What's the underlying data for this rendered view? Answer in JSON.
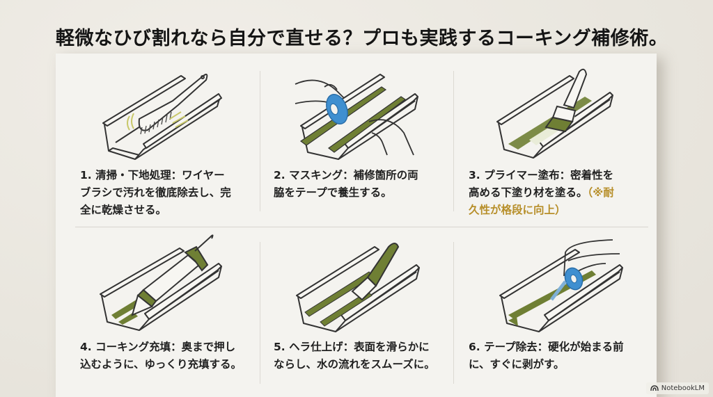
{
  "title": "軽微なひび割れなら自分で直せる？プロも実践するコーキング補修術。",
  "colors": {
    "background": "#ece9e2",
    "card": "#f4f3ef",
    "sealant_green": "#6f7f34",
    "tape_blue": "#3f8fd0",
    "note_gold": "#b78f2a",
    "text": "#1f1f1f"
  },
  "steps": [
    {
      "number": "1.",
      "heading": "清掃・下地処理：",
      "body": "ワイヤーブラシで汚れを徹底除去し、完全に乾燥させる。",
      "lines": [
        "1. 清掃・下地処理：ワイヤー",
        "ブラシで汚れを徹底除去し、完",
        "全に乾燥させる。"
      ],
      "note": "",
      "illustration": "wire-brush-cleaning-gutter"
    },
    {
      "number": "2.",
      "heading": "マスキング：",
      "body": "補修箇所の両脇をテープで養生する。",
      "lines": [
        "2. マスキング：補修箇所の両",
        "脇をテープで養生する。"
      ],
      "note": "",
      "illustration": "masking-tape-application"
    },
    {
      "number": "3.",
      "heading": "プライマー塗布：",
      "body": "密着性を高める下塗り材を塗る。",
      "lines": [
        "3. プライマー塗布：密着性を",
        "高める下塗り材を塗る。"
      ],
      "note_lines": [
        "（※耐",
        "久性が格段に向上）"
      ],
      "note": "（※耐久性が格段に向上）",
      "illustration": "primer-brush-painting"
    },
    {
      "number": "4.",
      "heading": "コーキング充填：",
      "body": "奥まで押し込むように、ゆっくり充填する。",
      "lines": [
        "4. コーキング充填：奥まで押し",
        "込むように、ゆっくり充填する。"
      ],
      "note": "",
      "illustration": "caulking-gun-filling"
    },
    {
      "number": "5.",
      "heading": "ヘラ仕上げ：",
      "body": "表面を滑らかにならし、水の流れをスムーズに。",
      "lines": [
        "5. ヘラ仕上げ：表面を滑らかに",
        "ならし、水の流れをスムーズに。"
      ],
      "note": "",
      "illustration": "spatula-smoothing"
    },
    {
      "number": "6.",
      "heading": "テープ除去：",
      "body": "硬化が始まる前に、すぐに剥がす。",
      "lines": [
        "6. テープ除去：硬化が始まる前",
        "に、すぐに剥がす。"
      ],
      "note": "",
      "illustration": "tape-removal"
    }
  ],
  "watermark": {
    "label": "NotebookLM",
    "icon": "notebooklm-logo-icon"
  }
}
